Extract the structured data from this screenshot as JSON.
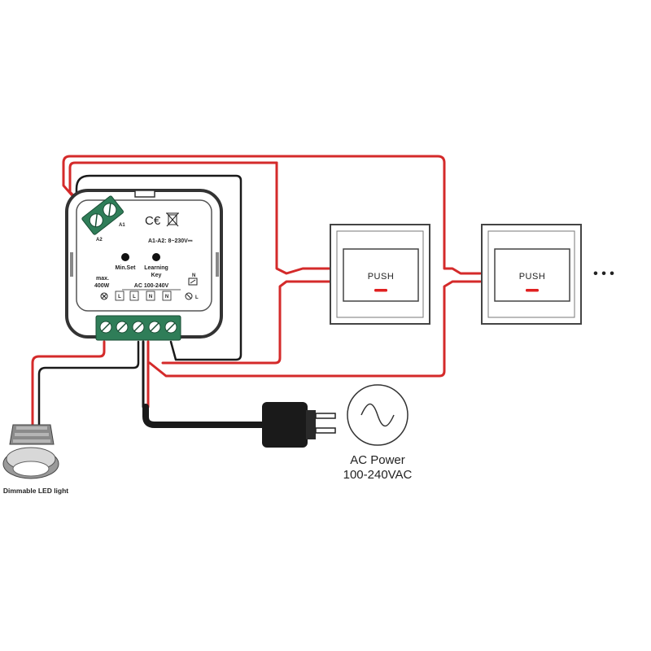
{
  "colors": {
    "wire_red": "#d42a2a",
    "wire_black": "#1a1a1a",
    "terminal_green": "#2f7d58",
    "indicator_red": "#e02020",
    "housing_gray": "#6b6b6b"
  },
  "controller": {
    "cert_marks": "C€",
    "input_rating": "A1-A2: 8~230V⎓",
    "min_set_label": "Min.Set",
    "learning_key_label": "Learning",
    "learning_key_label2": "Key",
    "max_power_label": "max.",
    "max_power_value": "400W",
    "ac_range_label": "AC 100-240V",
    "terminals": [
      "L",
      "L",
      "N",
      "N"
    ],
    "input_terminal_labels": [
      "A2",
      "A1"
    ]
  },
  "switches": [
    {
      "label": "PUSH"
    },
    {
      "label": "PUSH"
    }
  ],
  "more_indicator": "• • •",
  "ac_power": {
    "title": "AC Power",
    "range": "100-240VAC",
    "icon": "sine-wave-icon"
  },
  "led_light": {
    "label": "Dimmable LED light",
    "icon": "downlight-icon"
  },
  "plug": {
    "icon": "power-plug-icon"
  }
}
